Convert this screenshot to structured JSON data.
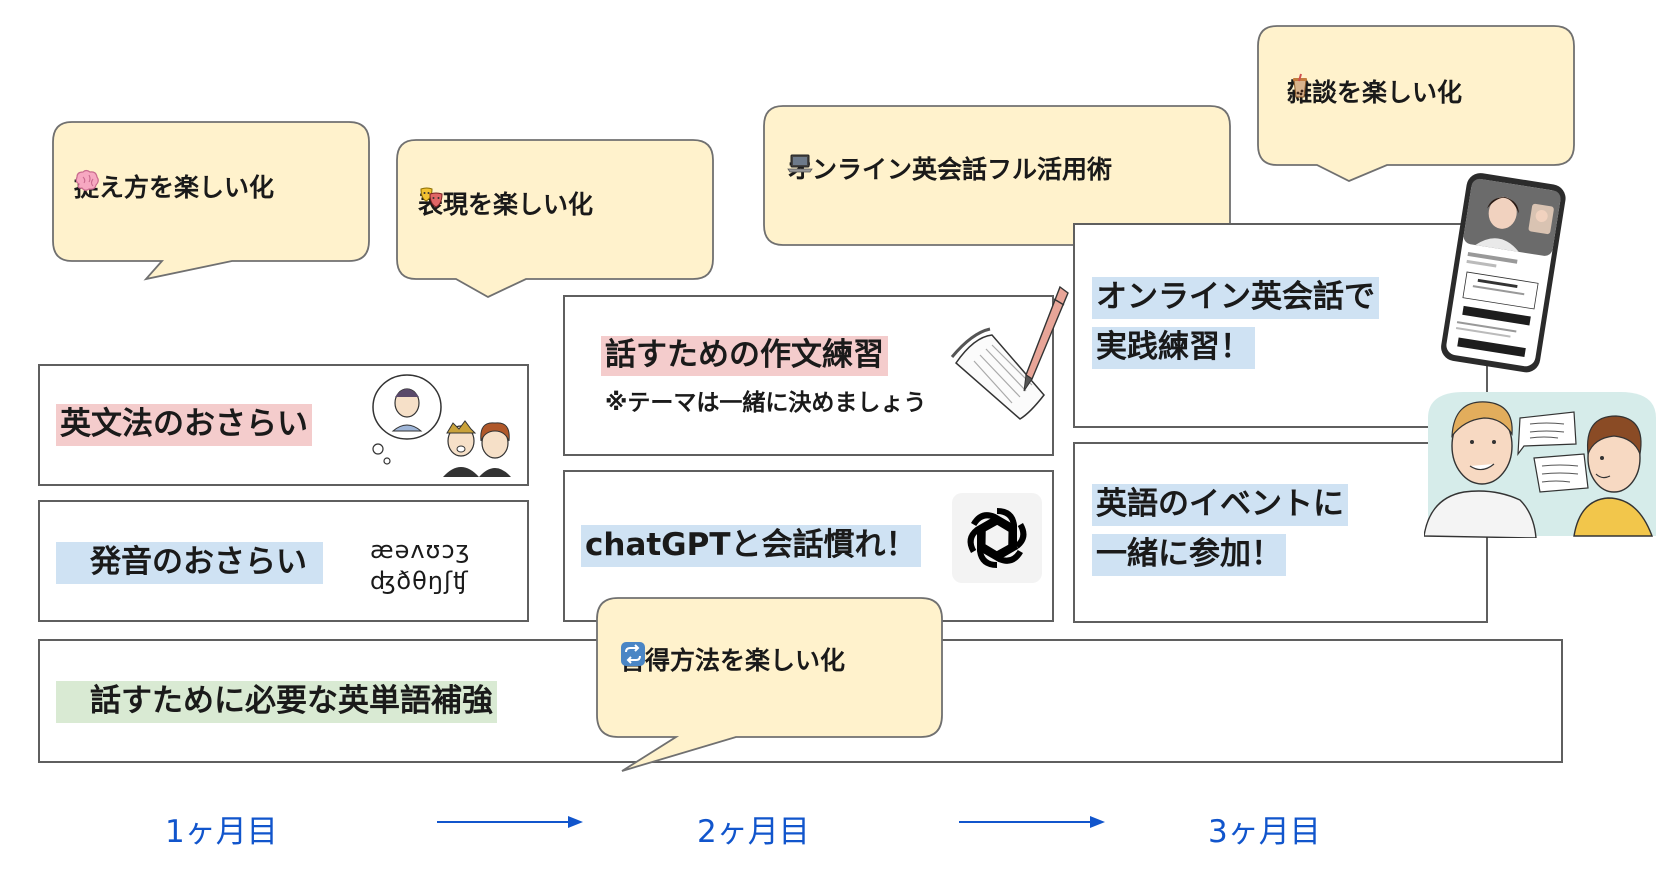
{
  "colors": {
    "bubble_fill": "#fff2cc",
    "bubble_stroke": "#707070",
    "highlight_pink": "#f4cccc",
    "highlight_blue": "#cfe2f3",
    "highlight_green": "#d9ead3",
    "month_text": "#1155cc"
  },
  "bubbles": [
    {
      "icon": "brain-icon",
      "label": "捉え方を楽しい化"
    },
    {
      "icon": "theater-masks-icon",
      "label": "表現を楽しい化"
    },
    {
      "icon": "laptop-icon",
      "label": "オンライン英会話フル活用術"
    },
    {
      "icon": "bubble-tea-icon",
      "label": "雑談を楽しい化"
    },
    {
      "icon": "repeat-icon",
      "label": "習得方法を楽しい化"
    }
  ],
  "boxes": {
    "grammar": {
      "label": "英文法のおさらい",
      "image": "people-thinking-illustration"
    },
    "pronunciation": {
      "label": "発音のおさらい",
      "ipa_line1": "æəʌʊɔʒ",
      "ipa_line2": "ʤðθŋʃʧ"
    },
    "writing": {
      "label": "話すための作文練習",
      "note": "※テーマは一緒に決めましょう",
      "image": "notebook-pen-illustration"
    },
    "chatgpt": {
      "label": "chatGPTと会話慣れ！",
      "image": "openai-logo"
    },
    "online": {
      "line1": "オンライン英会話で",
      "line2": "実践練習！",
      "image": "smartphone-video-call"
    },
    "event": {
      "line1": "英語のイベントに",
      "line2": "一緒に参加！",
      "image": "two-men-talking-illustration"
    },
    "vocab": {
      "label": "話すために必要な英単語補強"
    }
  },
  "timeline": {
    "month1": "1ヶ月目",
    "month2": "2ヶ月目",
    "month3": "3ヶ月目"
  }
}
